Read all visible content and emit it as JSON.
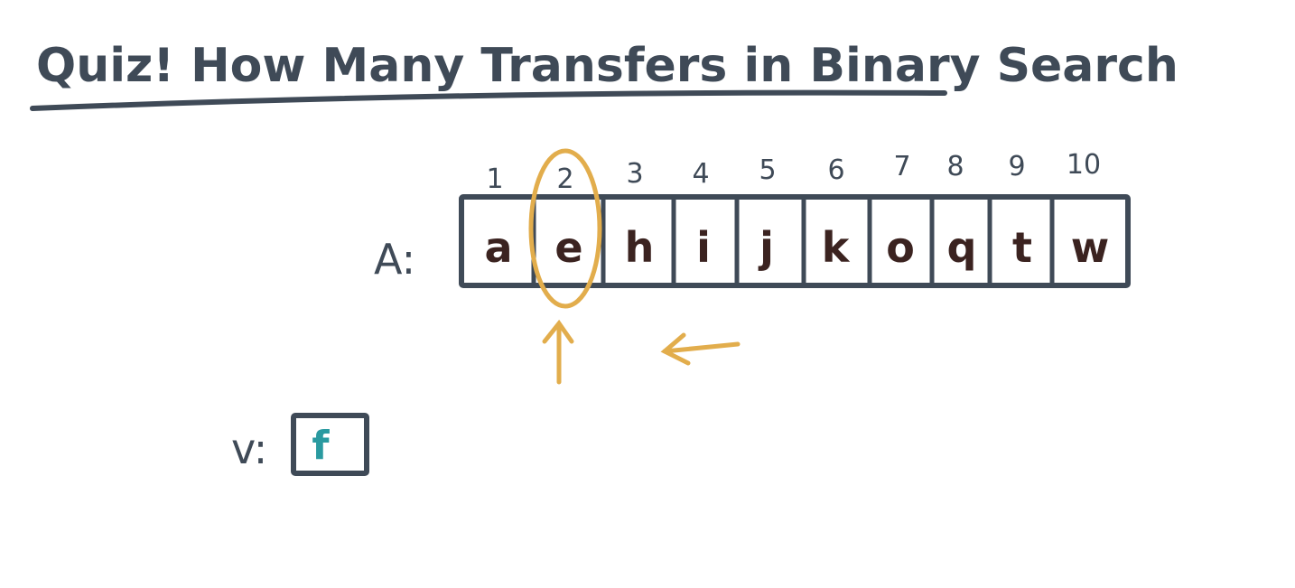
{
  "title": "Quiz! How Many Transfers in Binary Search",
  "array": {
    "label": "A:",
    "indices": [
      "1",
      "2",
      "3",
      "4",
      "5",
      "6",
      "7",
      "8",
      "9",
      "10"
    ],
    "cells": [
      "a",
      "e",
      "h",
      "i",
      "j",
      "k",
      "o",
      "q",
      "t",
      "w"
    ],
    "highlighted_index": "2"
  },
  "key": {
    "label": "v:",
    "value": "f"
  },
  "colors": {
    "ink": "#3f4a57",
    "letters": "#3b2320",
    "highlight": "#e2ad4c",
    "key_value": "#2a9aa0"
  }
}
